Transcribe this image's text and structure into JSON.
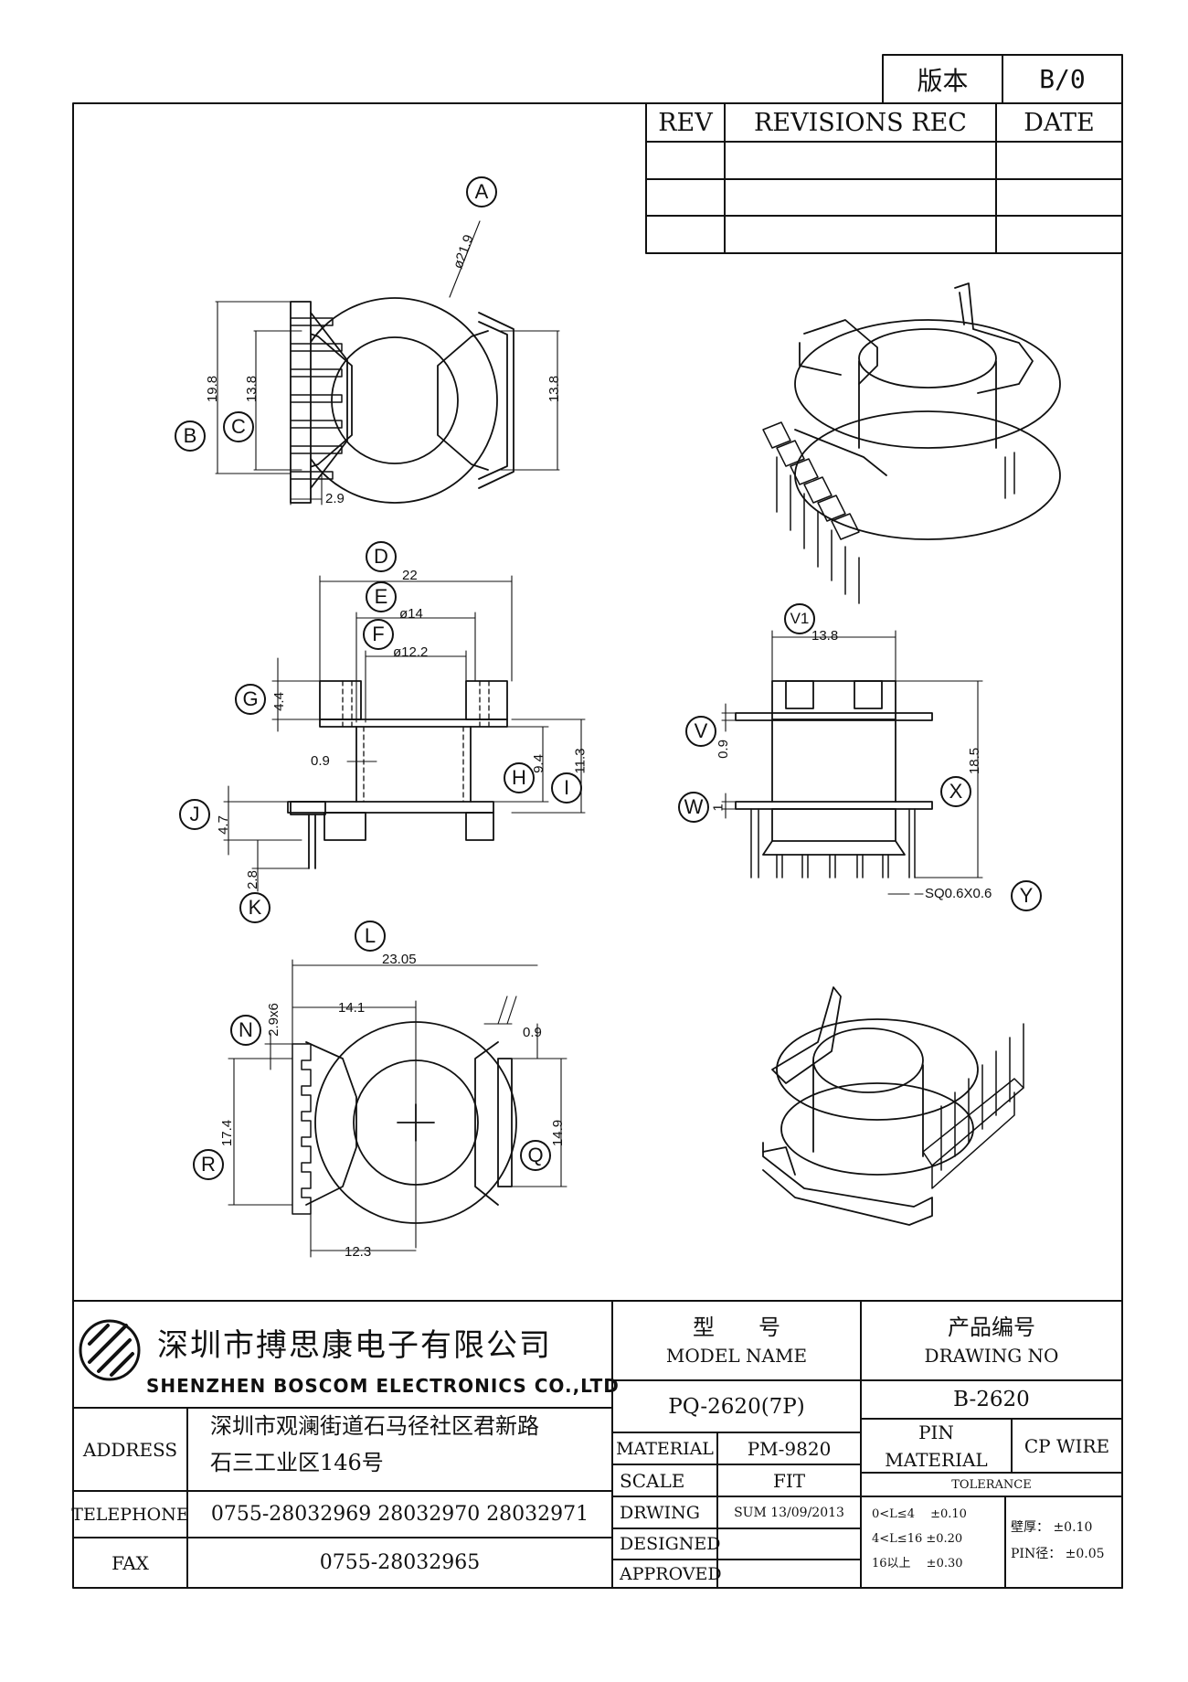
{
  "version_box": {
    "label": "版本",
    "value": "B/0"
  },
  "revisions": {
    "col_rev": "REV",
    "col_rec": "REVISIONS REC",
    "col_date": "DATE"
  },
  "callouts": {
    "A": "A",
    "B": "B",
    "C": "C",
    "D": "D",
    "E": "E",
    "F": "F",
    "G": "G",
    "H": "H",
    "I": "I",
    "J": "J",
    "K": "K",
    "L": "L",
    "N": "N",
    "Q": "Q",
    "R": "R",
    "V1": "V1",
    "V": "V",
    "W": "W",
    "X": "X",
    "Y": "Y"
  },
  "dims": {
    "top_dia": "ø21.9",
    "top_19_8": "19.8",
    "top_13_8_left": "13.8",
    "top_13_8_right": "13.8",
    "top_2_9": "2.9",
    "side_22": "22",
    "side_dia14": "ø14",
    "side_dia12_2": "ø12.2",
    "side_4_4": "4.4",
    "side_0_9": "0.9",
    "side_9_4": "9.4",
    "side_11_3": "11.3",
    "side_4_7": "4.7",
    "side_2_8": "2.8",
    "front_13_8": "13.8",
    "front_0_9": "0.9",
    "front_1": "1",
    "front_18_5": "18.5",
    "front_sq": "SQ0.6X0.6",
    "bot_23_05": "23.05",
    "bot_14_1": "14.1",
    "bot_0_9": "0.9",
    "bot_2_9x6": "2.9x6",
    "bot_17_4": "17.4",
    "bot_14_9": "14.9",
    "bot_12_3": "12.3"
  },
  "title_block": {
    "company_cn": "深圳市搏思康电子有限公司",
    "company_en": "SHENZHEN BOSCOM ELECTRONICS CO.,LTD",
    "address_label": "ADDRESS",
    "address_line1": "深圳市观澜街道石马径社区君新路",
    "address_line2": "石三工业区146号",
    "telephone_label": "TELEPHONE",
    "telephone": "0755-28032969 28032970 28032971",
    "fax_label": "FAX",
    "fax": "0755-28032965",
    "model_cn": "型　　号",
    "model_en": "MODEL NAME",
    "model_value": "PQ-2620(7P)",
    "drawing_cn": "产品编号",
    "drawing_en": "DRAWING NO",
    "drawing_value": "B-2620",
    "material_label": "MATERIAL",
    "material_value": "PM-9820",
    "pin_material_label1": "PIN",
    "pin_material_label2": "MATERIAL",
    "pin_material_value": "CP WIRE",
    "scale_label": "SCALE",
    "scale_value": "FIT",
    "tolerance_label": "TOLERANCE",
    "drwing_label": "DRWING",
    "drwing_value": "SUM 13/09/2013",
    "designed_label": "DESIGNED",
    "approved_label": "APPROVED",
    "tol_line1": "0<L≤4　 ±0.10",
    "tol_line2": "4<L≤16 ±0.20",
    "tol_line3": "16以上　 ±0.30",
    "wall_label": "壁厚： ±0.10",
    "pin_dia_label": "PIN径： ±0.05"
  }
}
